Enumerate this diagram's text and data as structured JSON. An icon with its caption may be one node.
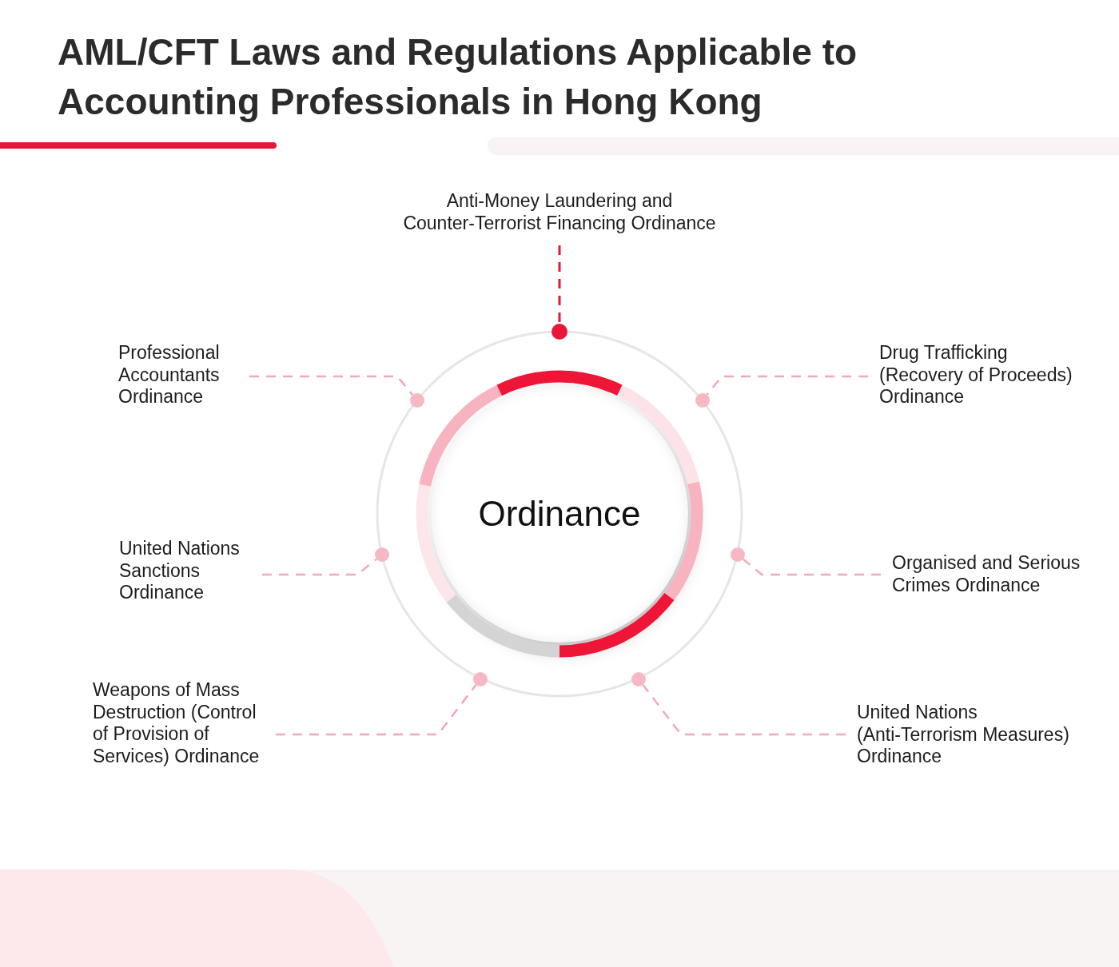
{
  "diagram": {
    "title": "AML/CFT Laws and Regulations Applicable to Accounting Professionals in Hong Kong",
    "nodes": [
      {
        "text": [
          "Anti-Money Laundering and Counter-Terrorist Financing Ordinance"
        ]
      },
      {
        "text": [],
        "shape": "circle"
      },
      {
        "text": [
          "Professional Accountants Ordinance"
        ]
      },
      {
        "text": [],
        "shape": "circle"
      },
      {
        "text": [
          "Drug Trafficking (Recovery of Proceeds) Ordinance"
        ]
      },
      {
        "text": [],
        "shape": "circle"
      },
      {
        "text": [
          "Ordinance"
        ]
      },
      {
        "text": [
          "United Nations Sanctions Ordinance"
        ]
      },
      {
        "text": [],
        "shape": "circle"
      },
      {
        "text": [
          "Organised and Serious Crimes Ordinance"
        ]
      },
      {
        "text": [],
        "shape": "circle"
      },
      {
        "text": [
          "Weapons of Mass Destruction (Control of Provision of Services) Ordinance"
        ]
      },
      {
        "text": [],
        "shape": "circle"
      },
      {
        "text": [
          "United Nations (Anti-Terrorism Measures) Ordinance"
        ]
      },
      {
        "text": [],
        "shape": "circle"
      }
    ],
    "edges": [
      {
        "from": 0,
        "to": 1,
        "arrow": "none",
        "style": "dashed",
        "color": "#e8173a"
      },
      {
        "from": 2,
        "to": 3,
        "arrow": "none",
        "style": "dashed"
      },
      {
        "from": 4,
        "to": 5,
        "arrow": "none",
        "style": "dashed"
      },
      {
        "from": 7,
        "to": 8,
        "arrow": "none",
        "style": "dashed"
      },
      {
        "from": 9,
        "to": 10,
        "arrow": "none",
        "style": "dashed"
      },
      {
        "from": 11,
        "to": 12,
        "arrow": "none",
        "style": "dashed"
      },
      {
        "from": 13,
        "to": 14,
        "arrow": "none",
        "style": "dashed"
      }
    ]
  }
}
